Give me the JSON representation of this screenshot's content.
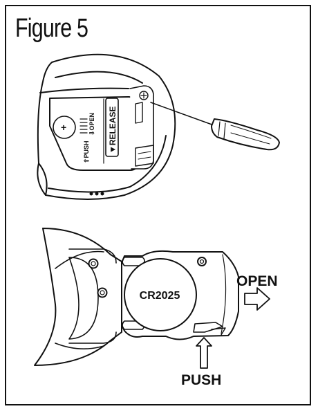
{
  "figure": {
    "title": "Figure 5"
  },
  "top_diagram": {
    "release_label": "▼RELEASE",
    "open_label": "⇩OPEN",
    "push_label": "⇧PUSH",
    "battery_symbol": "+"
  },
  "bottom_diagram": {
    "battery_label": "CR2025",
    "open_label": "OPEN",
    "push_label": "PUSH"
  }
}
